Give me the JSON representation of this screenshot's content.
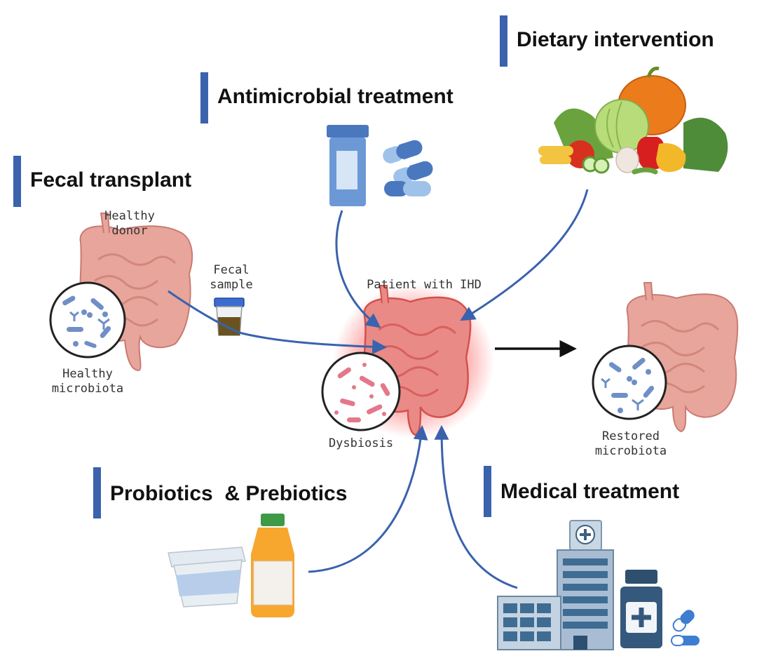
{
  "headings": {
    "dietary": "Dietary intervention",
    "antimicrobial": "Antimicrobial treatment",
    "fecal": "Fecal transplant",
    "probiotics": "Probiotics  & Prebiotics",
    "medical": "Medical treatment"
  },
  "labels": {
    "healthy_donor": [
      "Healthy",
      "donor"
    ],
    "fecal_sample": [
      "Fecal",
      "sample"
    ],
    "patient": "Patient with IHD",
    "healthy_microbiota": [
      "Healthy",
      "microbiota"
    ],
    "dysbiosis": "Dysbiosis",
    "restored_microbiota": [
      "Restored",
      "microbiota"
    ]
  },
  "colors": {
    "accent_bar": "#3a62ad",
    "arrow": "#3a62ad",
    "gut": "#e8a59b",
    "inflamed_glow": "#ff3b3b"
  }
}
